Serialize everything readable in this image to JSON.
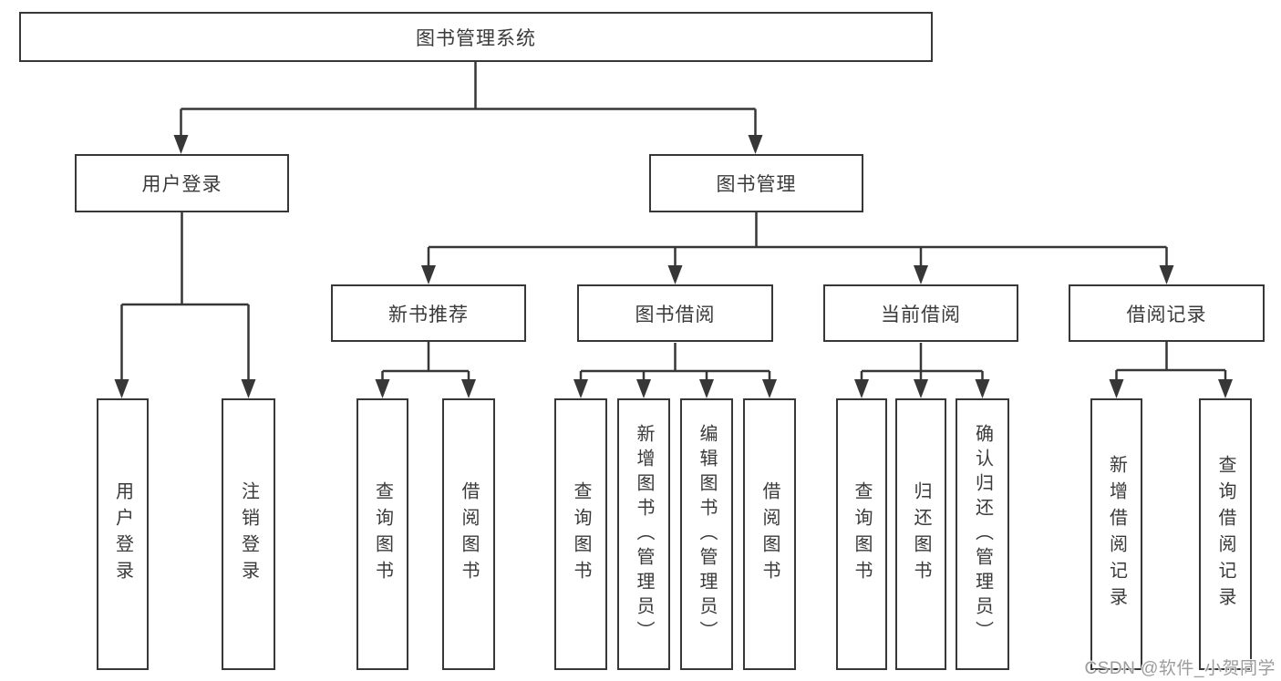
{
  "diagram": {
    "title": "图书管理系统",
    "colors": {
      "line": "#373737",
      "box_border": "#373737",
      "text": "#3a3a3a",
      "background": "#ffffff",
      "watermark": "#9c9c9c"
    }
  },
  "tree": {
    "root": {
      "label": "图书管理系统",
      "children": [
        {
          "label": "用户登录",
          "children": [
            {
              "label": "用户登录"
            },
            {
              "label": "注销登录"
            }
          ]
        },
        {
          "label": "图书管理",
          "children": [
            {
              "label": "新书推荐",
              "children": [
                {
                  "label": "查询图书"
                },
                {
                  "label": "借阅图书"
                }
              ]
            },
            {
              "label": "图书借阅",
              "children": [
                {
                  "label": "查询图书"
                },
                {
                  "label": "新增图书（管理员）"
                },
                {
                  "label": "编辑图书（管理员）"
                },
                {
                  "label": "借阅图书"
                }
              ]
            },
            {
              "label": "当前借阅",
              "children": [
                {
                  "label": "查询图书"
                },
                {
                  "label": "归还图书"
                },
                {
                  "label": "确认归还（管理员）"
                }
              ]
            },
            {
              "label": "借阅记录",
              "children": [
                {
                  "label": "新增借阅记录"
                },
                {
                  "label": "查询借阅记录"
                }
              ]
            }
          ]
        }
      ]
    }
  },
  "watermark": {
    "text": "CSDN @软件_小贺同学"
  }
}
